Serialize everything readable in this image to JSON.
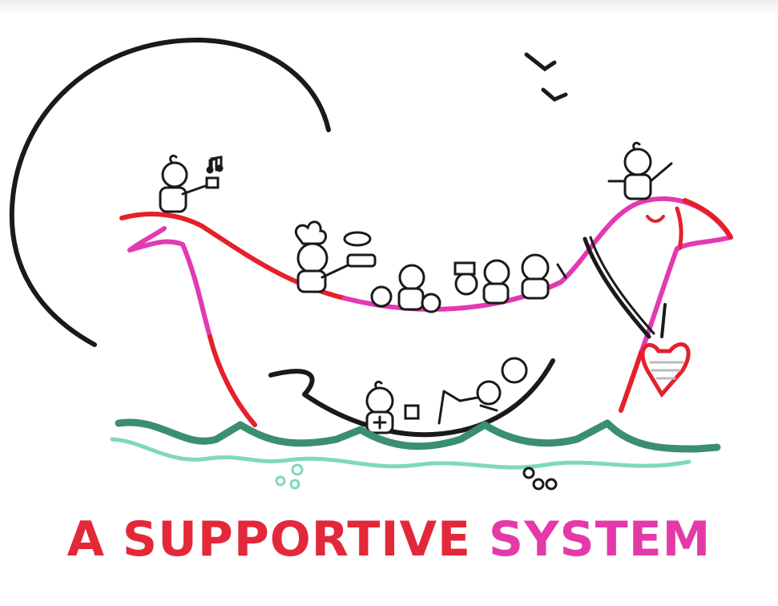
{
  "caption": {
    "part1": "A Supportive",
    "part2": "System"
  },
  "colors": {
    "red": "#e5202a",
    "magenta": "#e23ab3",
    "ink": "#1a1a1a",
    "wave_dark": "#3a8f6e",
    "wave_light": "#7fd8be",
    "caption_red": "#e3283a",
    "caption_pink": "#e43aa9"
  },
  "icons": [
    "sun-arc",
    "birds",
    "fish-boat",
    "heart-medal",
    "waves",
    "bubbles",
    "stick-figures"
  ]
}
